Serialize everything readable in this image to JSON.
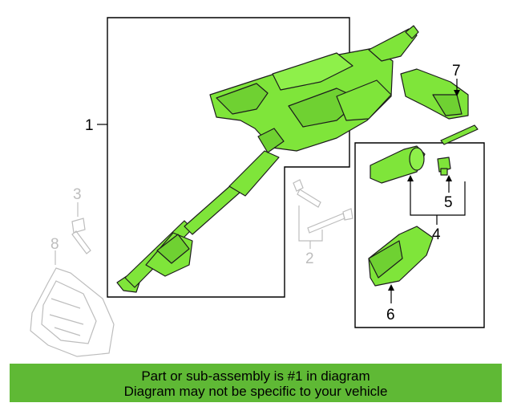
{
  "callouts": {
    "c1": "1",
    "c2": "2",
    "c3": "3",
    "c4": "4",
    "c5": "5",
    "c6": "6",
    "c7": "7",
    "c8": "8"
  },
  "banner": {
    "line1": "Part or sub-assembly is #1 in diagram",
    "line2": "Diagram may not be specific to your vehicle"
  },
  "colors": {
    "highlight_part": "#7fe53a",
    "banner_background": "#5fb935",
    "faded_part": "#bdbdbd",
    "outline": "#1c1c1c"
  }
}
